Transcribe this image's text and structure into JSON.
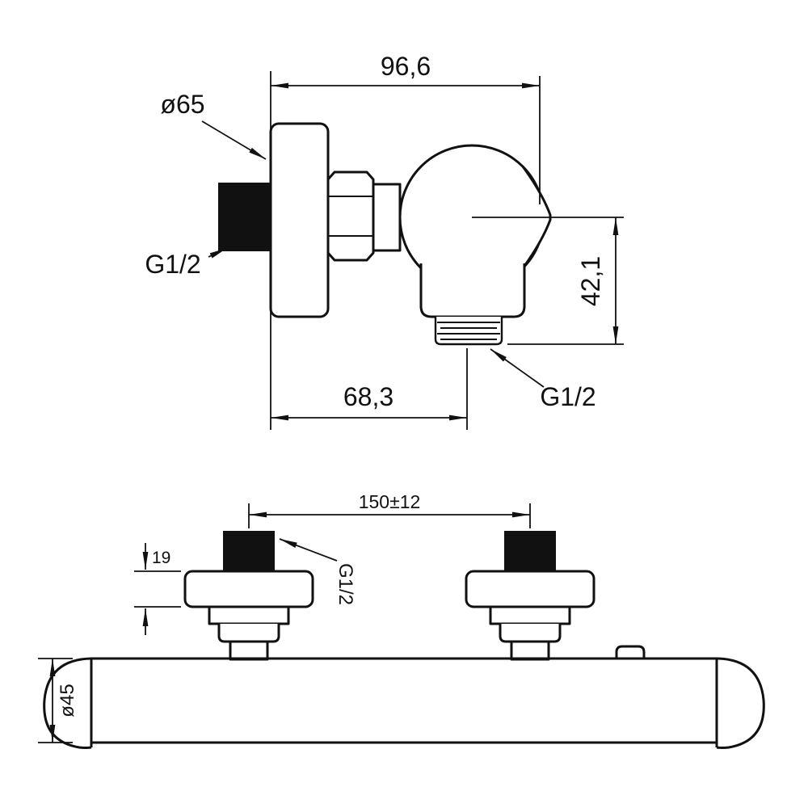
{
  "drawing": {
    "background": "#ffffff",
    "line_color": "#111111",
    "side_view": {
      "width_dim": "96,6",
      "flange_diameter_label": "ø65",
      "inlet_thread_label": "G1/2",
      "outlet_drop_dim": "42,1",
      "outlet_offset_dim": "68,3",
      "outlet_thread_label": "G1/2"
    },
    "front_view": {
      "connection_spacing_dim": "150±12",
      "flange_height_dim": "19",
      "connection_thread_label": "G1/2",
      "bar_diameter_label": "ø45"
    }
  }
}
